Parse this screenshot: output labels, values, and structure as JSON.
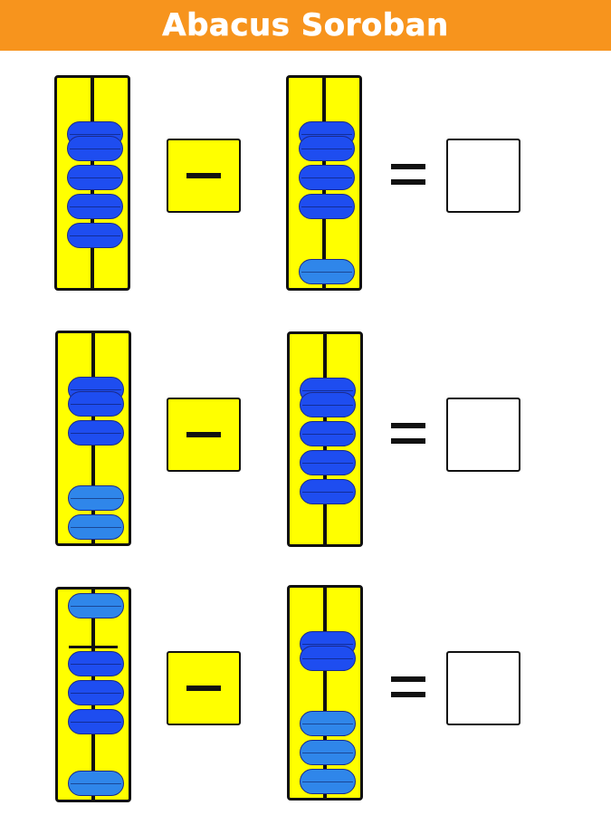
{
  "header": {
    "title": "Abacus Soroban",
    "background": "#f7941d"
  },
  "colors": {
    "frame": "#ffff00",
    "bead_active": "#1e4df0",
    "bead_rest": "#2f86ea",
    "operator_box": "#ffff00",
    "answer_box": "#ffffff"
  },
  "problems": [
    {
      "left_abacus_value": 9,
      "operator": "minus",
      "right_abacus_value": 8,
      "answer": ""
    },
    {
      "left_abacus_value": 7,
      "operator": "minus",
      "right_abacus_value": 9,
      "answer": ""
    },
    {
      "left_abacus_value": 3,
      "operator": "minus",
      "right_abacus_value": 6,
      "answer": ""
    }
  ]
}
